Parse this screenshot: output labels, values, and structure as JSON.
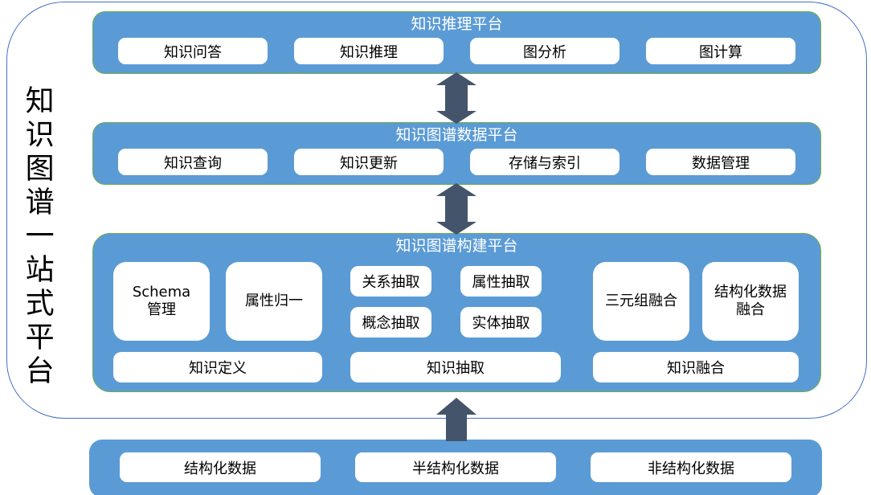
{
  "side_title": "知识图谱一站式平台",
  "colors": {
    "layer_blue": "#5B9BD5",
    "layer_border_green": "#70AD47",
    "outer_frame_blue": "#4472C4",
    "arrow_dark_slate": "#44546A",
    "box_white": "#FFFFFF",
    "title_text": "#FFFFFF",
    "box_text": "#000000"
  },
  "reasoning_layer": {
    "title": "知识推理平台",
    "boxes": [
      "知识问答",
      "知识推理",
      "图分析",
      "图计算"
    ]
  },
  "data_layer": {
    "title": "知识图谱数据平台",
    "boxes": [
      "知识查询",
      "知识更新",
      "存储与索引",
      "数据管理"
    ]
  },
  "construction_layer": {
    "title": "知识图谱构建平台",
    "definition_group": {
      "tall_boxes": [
        {
          "lines": [
            "Schema",
            "管理"
          ]
        },
        {
          "lines": [
            "属性归一"
          ]
        }
      ],
      "summary": "知识定义"
    },
    "extraction_group": {
      "small_boxes": [
        "关系抽取",
        "属性抽取",
        "概念抽取",
        "实体抽取"
      ],
      "summary": "知识抽取"
    },
    "fusion_group": {
      "tall_boxes": [
        {
          "lines": [
            "三元组融合"
          ]
        },
        {
          "lines": [
            "结构化数据",
            "融合"
          ]
        }
      ],
      "summary": "知识融合"
    }
  },
  "source_layer": {
    "boxes": [
      "结构化数据",
      "半结构化数据",
      "非结构化数据"
    ]
  },
  "icons": {
    "between_layers": "up-down-arrow",
    "from_sources": "up-arrow"
  }
}
